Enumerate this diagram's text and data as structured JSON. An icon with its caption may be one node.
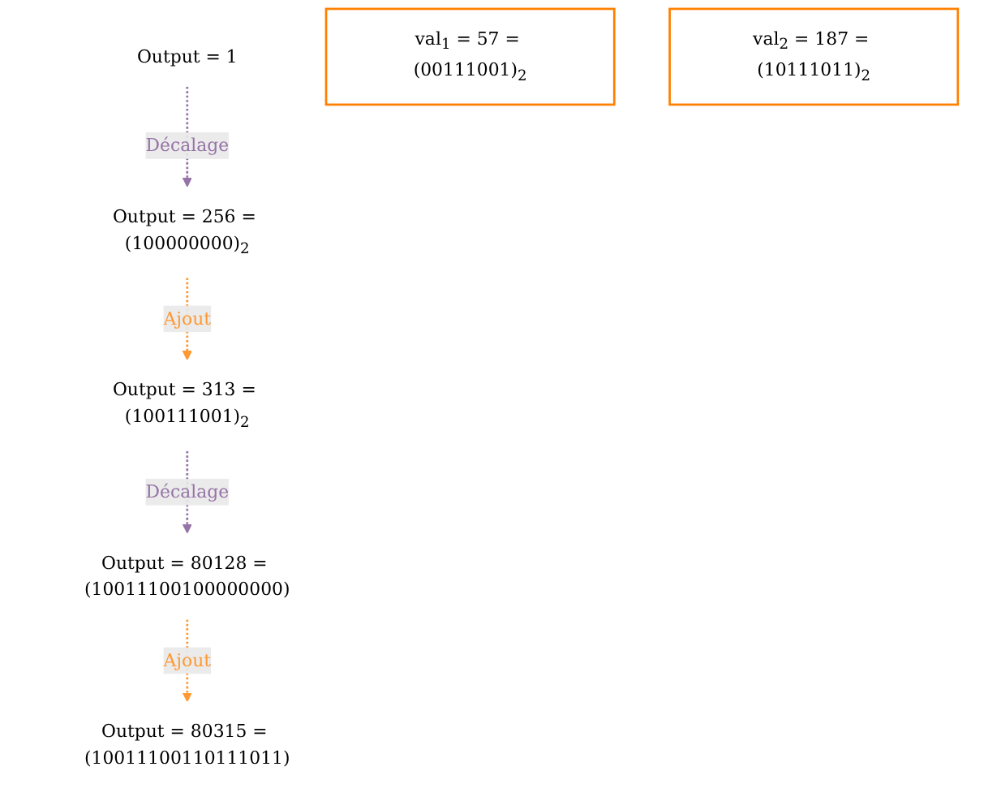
{
  "diagram": {
    "nodes": [
      {
        "text": [
          "Output = 1"
        ]
      },
      {
        "text": [
          "Output = 256 = (100000000)$_{2}$"
        ]
      },
      {
        "text": [
          "val$_{1}$ = 57 = (00111001)$_{2}$"
        ]
      },
      {
        "text": [
          "Output = 313 = (100111001)$_{2}$"
        ]
      },
      {
        "text": [
          "Output = 80128 = (10011100100000000)"
        ]
      },
      {
        "text": [
          "val$_{2}$ = 187 = (10111011)$_{2}$"
        ]
      },
      {
        "text": [
          "Output = 80315 = (10011100110111011)"
        ]
      }
    ],
    "edges": [
      {
        "from": 0,
        "to": 1,
        "arrow": "to",
        "label": "Décalage",
        "style": "dashed",
        "color": "#9673a6"
      },
      {
        "from": 1,
        "to": 3,
        "arrow": "to",
        "label": "Ajout",
        "style": "dashed",
        "color": "#ff9933"
      },
      {
        "from": 3,
        "to": 4,
        "arrow": "to",
        "label": "Décalage",
        "style": "dashed",
        "color": "#9673a6"
      },
      {
        "from": 4,
        "to": 6,
        "arrow": "to",
        "label": "Ajout",
        "style": "dashed",
        "color": "#ff9933"
      }
    ]
  }
}
